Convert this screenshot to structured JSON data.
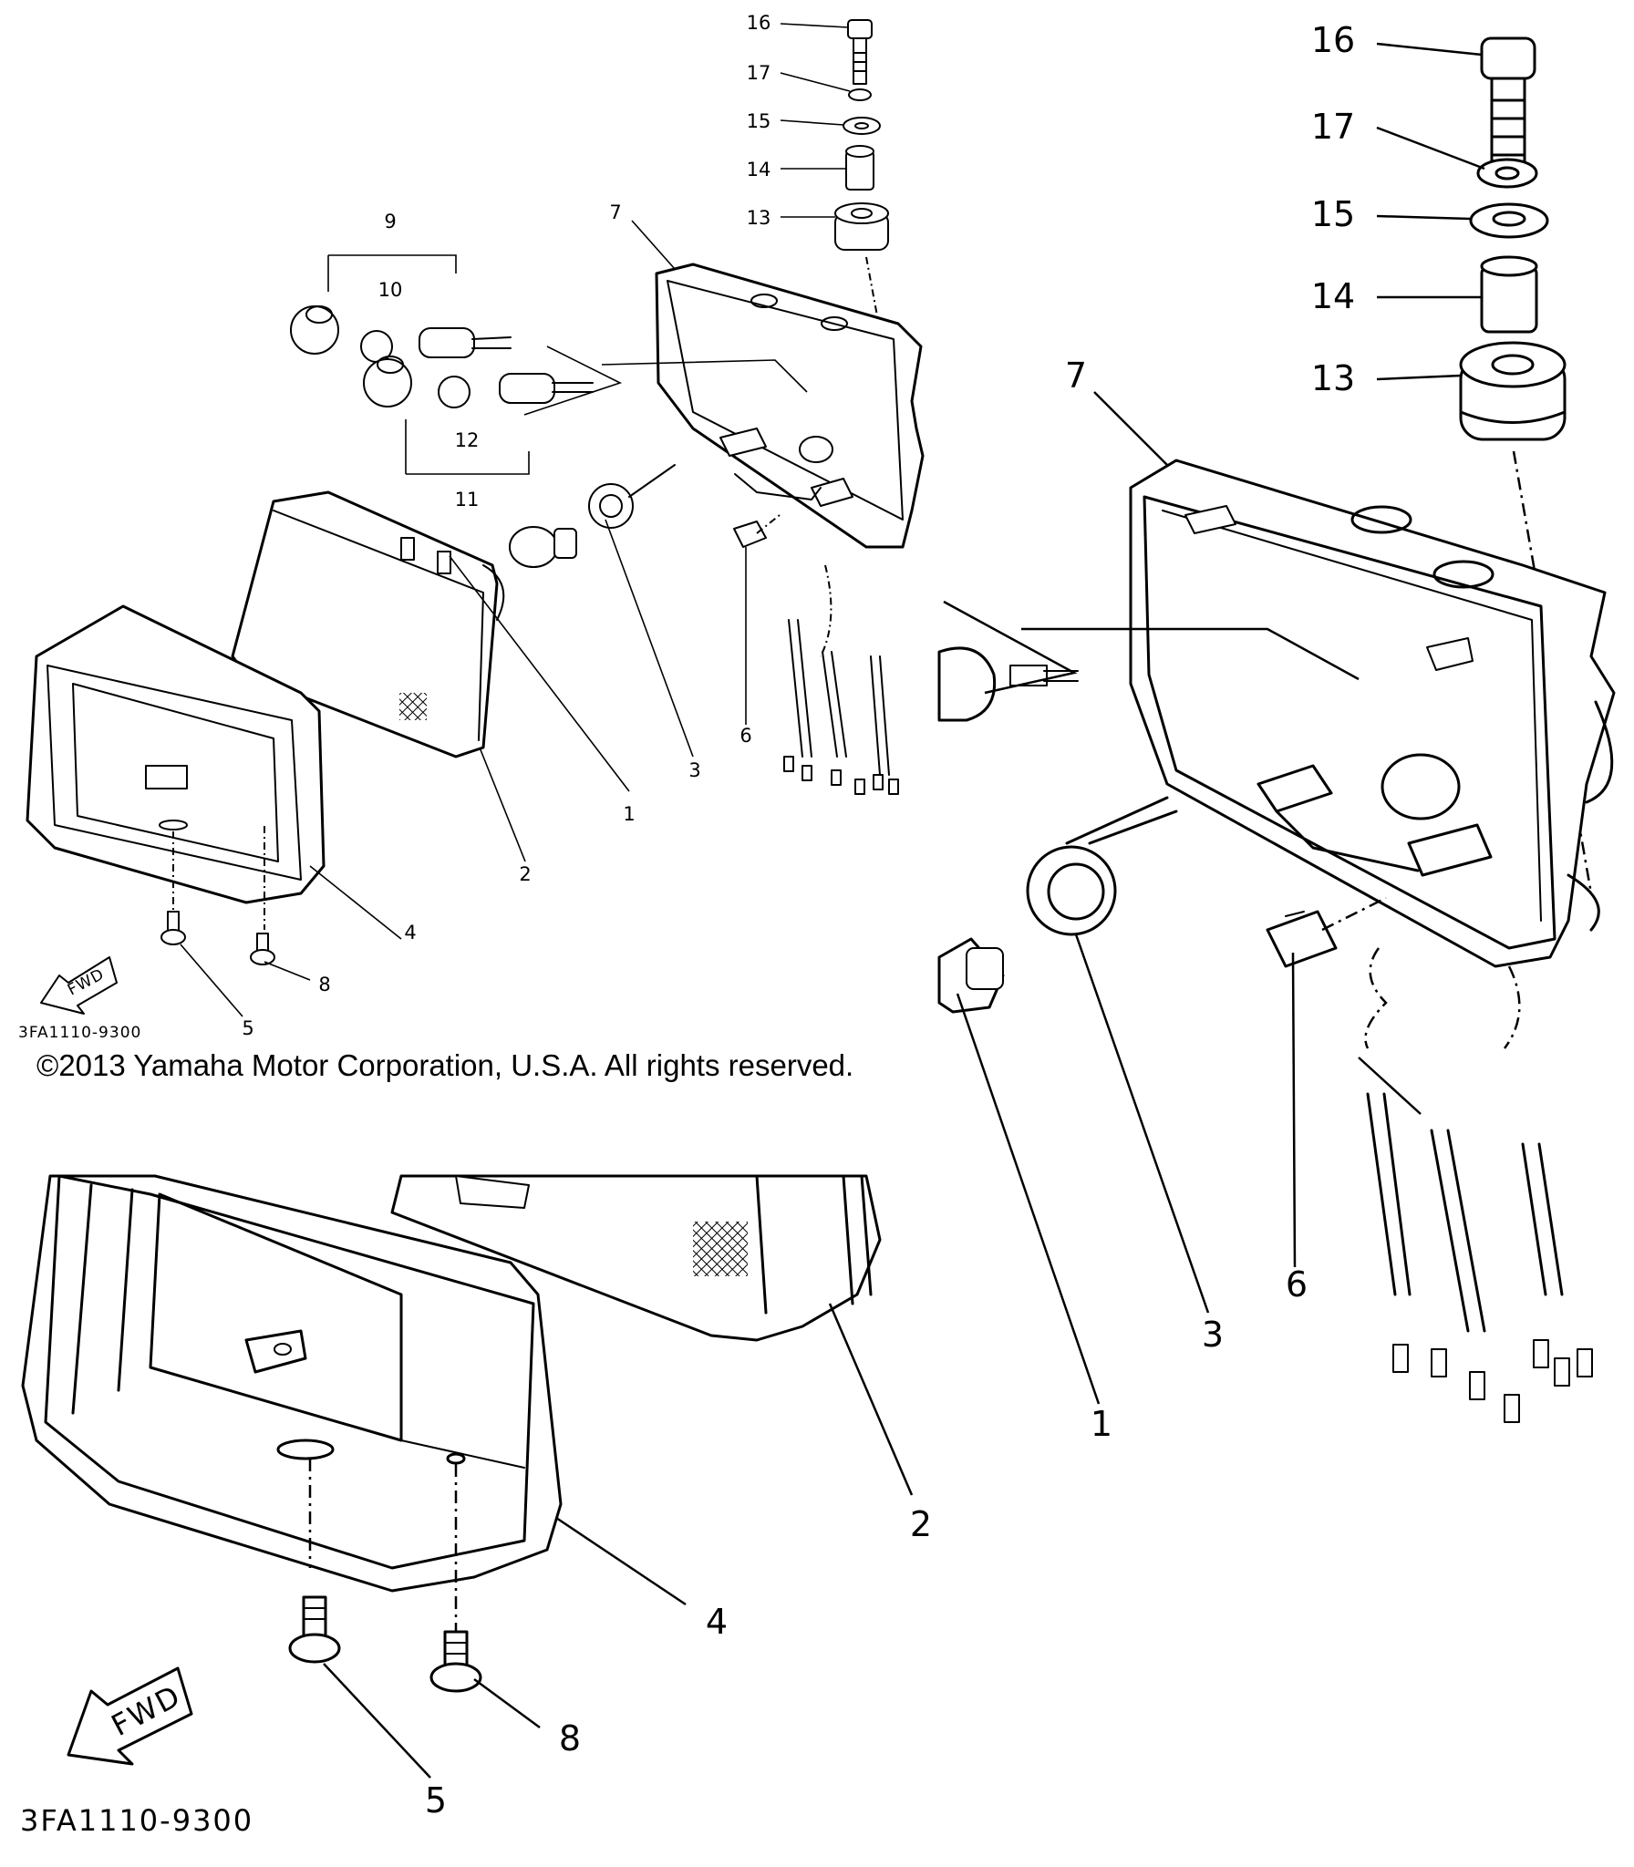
{
  "diagram": {
    "part_code_small": "3FA1110-9300",
    "part_code_large": "3FA1110-9300",
    "fwd_label": "FWD",
    "copyright": "©2013 Yamaha Motor Corporation, U.S.A. All rights reserved."
  },
  "small_callouts": [
    {
      "id": "16",
      "text": "16"
    },
    {
      "id": "17",
      "text": "17"
    },
    {
      "id": "15",
      "text": "15"
    },
    {
      "id": "14",
      "text": "14"
    },
    {
      "id": "13",
      "text": "13"
    },
    {
      "id": "7",
      "text": "7"
    },
    {
      "id": "9",
      "text": "9"
    },
    {
      "id": "10",
      "text": "10"
    },
    {
      "id": "12",
      "text": "12"
    },
    {
      "id": "11",
      "text": "11"
    },
    {
      "id": "1",
      "text": "1"
    },
    {
      "id": "3",
      "text": "3"
    },
    {
      "id": "6",
      "text": "6"
    },
    {
      "id": "2",
      "text": "2"
    },
    {
      "id": "4",
      "text": "4"
    },
    {
      "id": "8",
      "text": "8"
    },
    {
      "id": "5",
      "text": "5"
    }
  ],
  "large_right_callouts": [
    {
      "id": "16",
      "text": "16"
    },
    {
      "id": "17",
      "text": "17"
    },
    {
      "id": "15",
      "text": "15"
    },
    {
      "id": "14",
      "text": "14"
    },
    {
      "id": "13",
      "text": "13"
    },
    {
      "id": "7",
      "text": "7"
    },
    {
      "id": "6",
      "text": "6"
    },
    {
      "id": "3",
      "text": "3"
    },
    {
      "id": "1",
      "text": "1"
    }
  ],
  "large_bottom_callouts": [
    {
      "id": "2",
      "text": "2"
    },
    {
      "id": "4",
      "text": "4"
    },
    {
      "id": "8",
      "text": "8"
    },
    {
      "id": "5",
      "text": "5"
    }
  ]
}
